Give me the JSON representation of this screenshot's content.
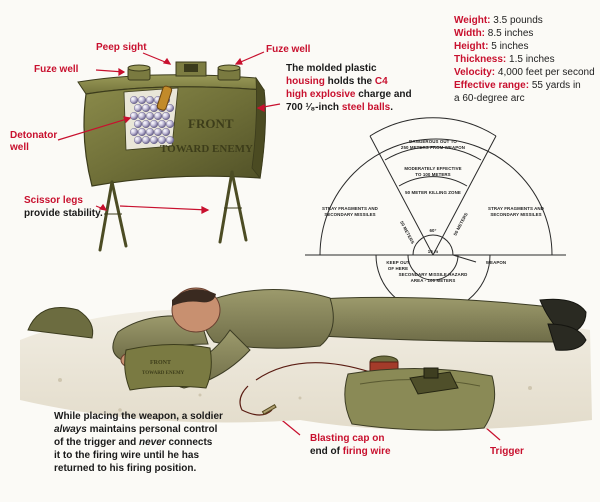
{
  "labels": {
    "peep_sight": "Peep sight",
    "fuze_well_left": "Fuze well",
    "fuze_well_right": "Fuze well",
    "detonator_well_1": "Detonator",
    "detonator_well_2": "well",
    "scissor_legs_1": "Scissor legs",
    "scissor_legs_2": "provide stability.",
    "blasting_cap_1": "Blasting cap on",
    "blasting_cap_2_a": "end of ",
    "blasting_cap_2_b": "firing wire",
    "trigger": "Trigger"
  },
  "mine_markings": {
    "line1": "FRONT",
    "line2": "TOWARD ENEMY",
    "small1": "FRONT",
    "small2": "TOWARD ENEMY"
  },
  "housing_note": {
    "p1": "The molded plastic",
    "p2a": "housing",
    "p2b": " holds the ",
    "p2c": "C4",
    "p3a": "high explosive",
    "p3b": " charge and",
    "p4a": "700 ",
    "p4frac": "¹⁄₈",
    "p4b": "-inch ",
    "p4c": "steel balls",
    "p4d": "."
  },
  "specs": [
    {
      "key": "Weight:",
      "value": "3.5 pounds"
    },
    {
      "key": "Width:",
      "value": "8.5 inches"
    },
    {
      "key": "Height:",
      "value": "5 inches"
    },
    {
      "key": "Thickness:",
      "value": "1.5 inches"
    },
    {
      "key": "Velocity:",
      "value": "4,000 feet per second"
    },
    {
      "key": "Effective range:",
      "value": "55 yards in"
    },
    {
      "key": "",
      "value": "a 60-degree arc"
    }
  ],
  "zones": {
    "dangerous_1": "DANGEROUS OUT TO",
    "dangerous_2": "250 METERS FROM WEAPON",
    "moderately_1": "MODERATELY EFFECTIVE",
    "moderately_2": "TO 100 METERS",
    "killing": "50 METER KILLING ZONE",
    "angle": "60°",
    "meters_left": "50 METERS",
    "meters_right": "50 METERS",
    "sixteen": "16 m",
    "stray_left_1": "STRAY FRAGMENTS AND",
    "stray_left_2": "SECONDARY MISSILES",
    "stray_right_1": "STRAY FRAGMENTS AND",
    "stray_right_2": "SECONDARY MISSILES",
    "keep_out_1": "KEEP OUT",
    "keep_out_2": "OF HERE",
    "weapon": "WEAPON",
    "secondary_1": "SECONDARY MISSILE HAZARD",
    "secondary_2": "AREA - 100 METERS"
  },
  "soldier_note": {
    "l1": "While placing the weapon, a soldier",
    "l2a": "always",
    "l2b": " maintains personal control",
    "l3": "of the trigger and ",
    "l3i": "never",
    "l3b": " connects",
    "l4": "it to the firing wire until he has",
    "l5": "returned to his firing position."
  },
  "colors": {
    "red": "#c8102e",
    "olive": "#6b6b34",
    "olive_dark": "#4a4a22",
    "ink": "#1a1a1a"
  }
}
